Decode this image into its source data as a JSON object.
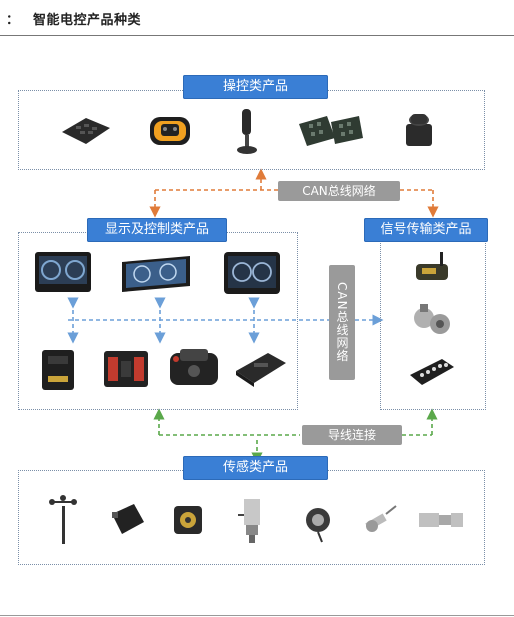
{
  "header": {
    "prefix": "：",
    "title": "智能电控产品种类"
  },
  "groups": {
    "control": {
      "label": "操控类产品",
      "icons": [
        "keypad-icon",
        "remote-controller-icon",
        "joystick-icon",
        "button-panel-icon",
        "rotary-knob-icon"
      ]
    },
    "display": {
      "label": "显示及控制类产品",
      "icons": [
        "dashboard-display-icon",
        "cluster-display-icon",
        "round-gauge-display-icon",
        "controller-module-icon",
        "controller-module-icon",
        "rugged-controller-icon",
        "ecu-icon"
      ]
    },
    "signal": {
      "label": "信号传输类产品",
      "icons": [
        "wireless-module-icon",
        "connector-hub-icon",
        "distribution-box-icon"
      ]
    },
    "sensor": {
      "label": "传感类产品",
      "icons": [
        "anemometer-icon",
        "tilt-sensor-icon",
        "angle-sensor-icon",
        "pressure-sensor-icon",
        "rotary-encoder-icon",
        "proximity-sensor-icon",
        "cable-connector-icon"
      ]
    }
  },
  "networks": {
    "can_top": "CAN总线网络",
    "can_vertical": "CAN总线网络",
    "wiring": "导线连接"
  },
  "colors": {
    "label_bg": "#3a7fd5",
    "can_arrow": "#e07b39",
    "signal_arrow": "#6b9fd8",
    "wire_arrow": "#5aa84a",
    "net_label_bg": "#9a9a9a"
  }
}
